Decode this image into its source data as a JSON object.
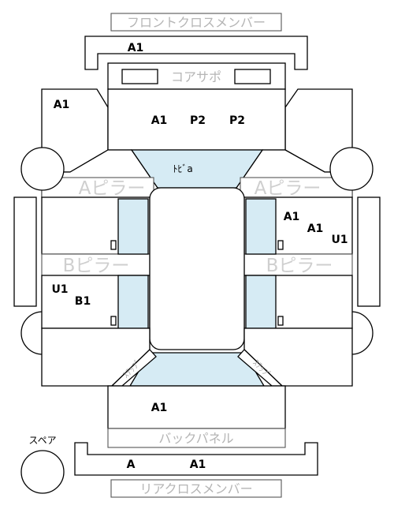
{
  "diagram": {
    "front_cross_member": "フロントクロスメンバー",
    "core_support": "コアサポ",
    "a_pillar_left": "Aピラー",
    "a_pillar_right": "Aピラー",
    "b_pillar_left": "Bピラー",
    "b_pillar_right": "Bピラー",
    "roof": "ﾄﾋﾞa",
    "back_panel": "バックパネル",
    "rear_cross_member": "リアクロスメンバー",
    "spare": "スペア",
    "step_left": "ｽﾃｯﾌﾟ",
    "step_right": "ｽﾃｯﾌﾟ",
    "codes": {
      "front_cross": "A1",
      "front_left_fender": "A1",
      "hood_1": "A1",
      "hood_2": "P2",
      "hood_3": "P2",
      "right_front_door_1": "A1",
      "right_front_door_2": "A1",
      "right_front_door_3": "U1",
      "left_rear_door_1": "U1",
      "left_rear_door_2": "B1",
      "trunk": "A1",
      "rear_cross_1": "A",
      "rear_cross_2": "A1"
    }
  }
}
